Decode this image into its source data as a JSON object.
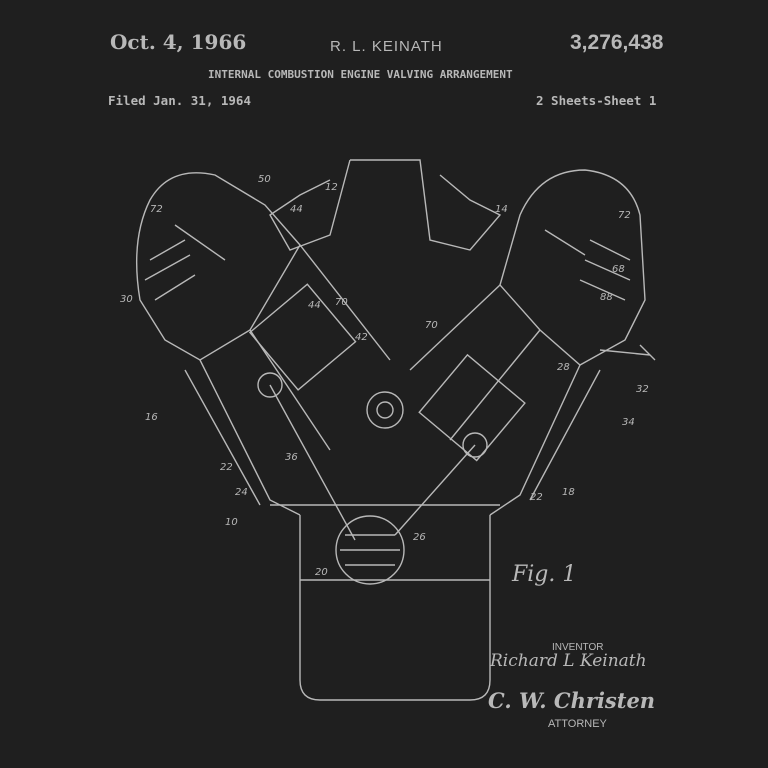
{
  "header": {
    "date": "Oct. 4, 1966",
    "inventor": "R. L. KEINATH",
    "patent_number": "3,276,438",
    "title": "INTERNAL COMBUSTION ENGINE VALVING ARRANGEMENT",
    "filed": "Filed Jan. 31, 1964",
    "sheets": "2 Sheets-Sheet 1"
  },
  "figure": {
    "label": "Fig. 1",
    "reference_numerals": [
      "72",
      "50",
      "12",
      "44",
      "14",
      "70",
      "44",
      "42",
      "70",
      "30",
      "10",
      "16",
      "24",
      "22",
      "36",
      "26",
      "20",
      "18",
      "34",
      "32",
      "28",
      "22",
      "68",
      "72",
      "88"
    ]
  },
  "signatures": {
    "inventor_label": "INVENTOR",
    "inventor_signature": "Richard L Keinath",
    "attorney_signature": "C. W. Christen",
    "attorney_label": "ATTORNEY"
  },
  "colors": {
    "background": "#1f1f1f",
    "ink": "#b8b8b8"
  }
}
